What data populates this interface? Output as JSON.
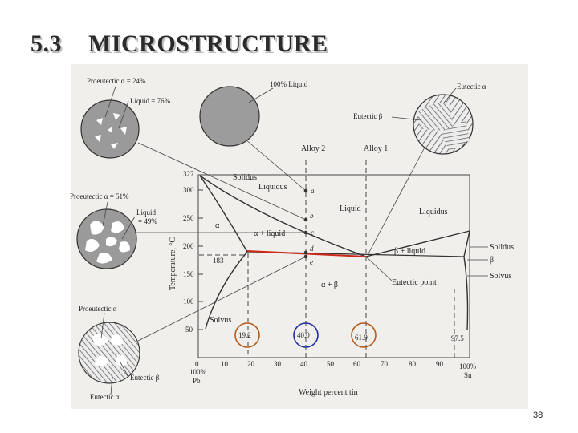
{
  "slide": {
    "section_number": "5.3",
    "title": "MICROSTRUCTURE",
    "page_number": "38"
  },
  "labels": {
    "proeutectic_24": "Proeutectic α = 24%",
    "liquid_76": "Liquid = 76%",
    "liquid_100": "100% Liquid",
    "eutectic_alpha": "Eutectic α",
    "eutectic_beta_top": "Eutectic β",
    "alloy2": "Alloy 2",
    "alloy1": "Alloy 1",
    "proeutectic_51": "Proeutectic α = 51%",
    "liquid_label": "Liquid",
    "liquid_49": "= 49%",
    "proeutectic_alpha": "Proeutectic α",
    "eutectic_beta_bottom": "Eutectic β",
    "eutectic_alpha_bottom": "Eutectic α",
    "solidus_left": "Solidus",
    "liquidus_left": "Liquidus",
    "liquid_center": "Liquid",
    "liquidus_right": "Liquidus",
    "alpha_region": "α",
    "alpha_plus_liquid": "α + liquid",
    "beta_plus_liquid": "β + liquid",
    "alpha_plus_beta": "α + β",
    "solvus_left": "Solvus",
    "solidus_right": "Solidus",
    "beta_right": "β",
    "solvus_right": "Solvus",
    "eutectic_point": "Eutectic point",
    "point_a": "a",
    "point_b": "b",
    "point_c": "c",
    "point_d": "d",
    "point_e": "e",
    "y_axis_label": "Temperature, °C",
    "x_axis_label": "Weight percent tin",
    "x_left_line1": "100%",
    "x_left_line2": "Pb",
    "x_right_line1": "100%",
    "x_right_line2": "Sn",
    "t_327": "327",
    "t_183": "183",
    "c_19_2": "19.2",
    "c_40_0": "40.0",
    "c_61_9": "61.9",
    "c_97_5": "97.5"
  },
  "axes": {
    "y_ticks": [
      "300",
      "250",
      "200",
      "150",
      "100",
      "50"
    ],
    "x_ticks": [
      "0",
      "10",
      "20",
      "30",
      "40",
      "50",
      "60",
      "70",
      "80",
      "90"
    ]
  },
  "colors": {
    "eutectic_line": "#cc2a1a",
    "circle_19_2": "#b45a1a",
    "circle_40_0": "#1f2fa0",
    "circle_61_9": "#b45a1a"
  }
}
